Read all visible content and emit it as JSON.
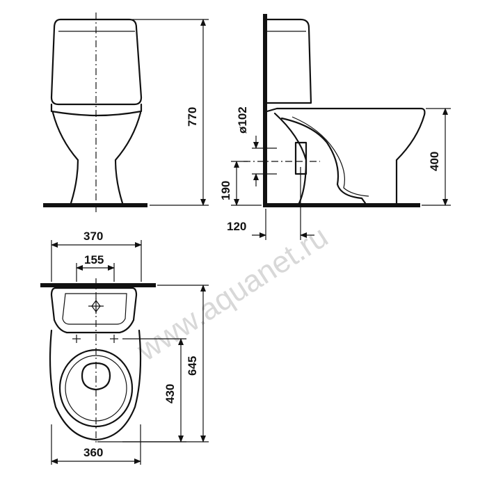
{
  "watermark": "www.aquanet.ru",
  "dimensions": {
    "total_height": "770",
    "outlet_diameter": "ø102",
    "bowl_height": "400",
    "outlet_height": "190",
    "outlet_offset": "120",
    "tank_width": "370",
    "mount_spacing": "155",
    "total_length": "645",
    "seat_length": "430",
    "bowl_width": "360"
  }
}
